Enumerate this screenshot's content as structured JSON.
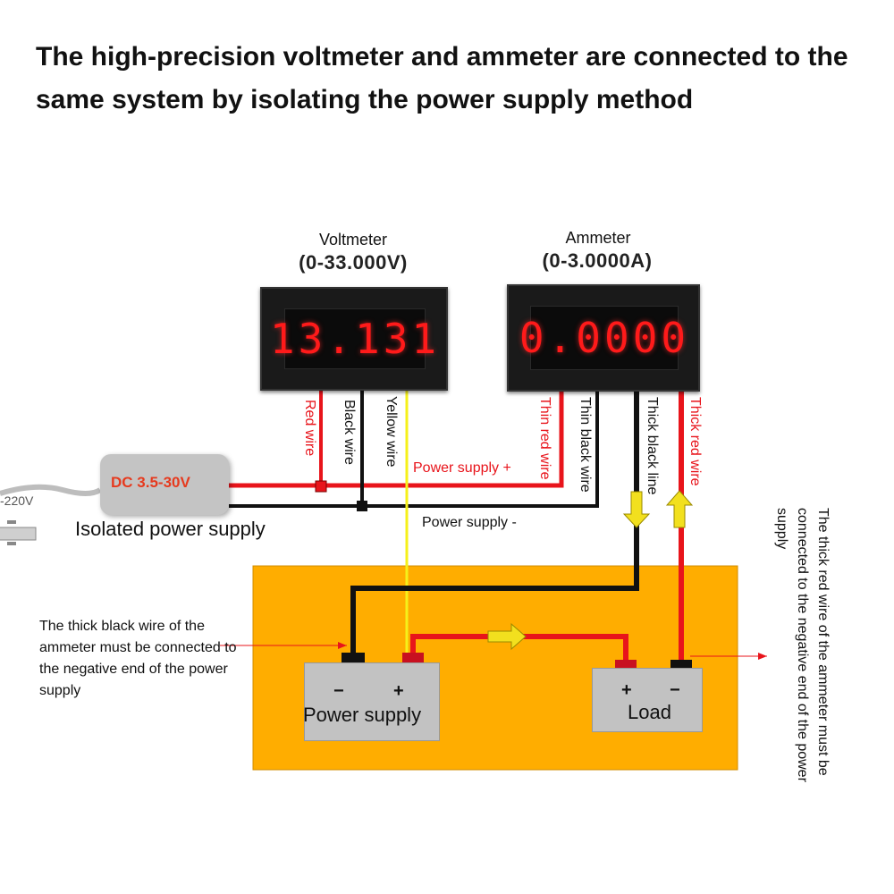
{
  "title": "The high-precision voltmeter and ammeter are connected to the same system by isolating the power supply method",
  "voltmeter": {
    "name": "Voltmeter",
    "range": "(0-33.000V)",
    "reading": "13.131"
  },
  "ammeter": {
    "name": "Ammeter",
    "range": "(0-3.0000A)",
    "reading": "0.0000"
  },
  "wire_labels": {
    "red_wire": "Red wire",
    "black_wire": "Black wire",
    "yellow_wire": "Yellow wire",
    "thin_red_wire": "Thin red wire",
    "thin_black_wire": "Thin black wire",
    "thick_black_line": "Thick black line",
    "thick_red_wire": "Thick red wire",
    "power_supply_plus": "Power supply +",
    "power_supply_minus": "Power supply -"
  },
  "isolated_supply": {
    "rating": "DC 3.5-30V",
    "label": "Isolated power supply",
    "mains": "-220V"
  },
  "power_supply": {
    "minus": "−",
    "plus": "+",
    "name": "Power supply"
  },
  "load": {
    "plus": "+",
    "minus": "−",
    "name": "Load"
  },
  "notes": {
    "left": "The thick black wire of the ammeter must be connected to the negative end of the power supply",
    "right": "The thick red wire of the ammeter must be connected to the negative end of the power supply"
  },
  "colors": {
    "panel": "#ffad00",
    "red_wire": "#e8141b",
    "yellow_wire": "#f5f01a",
    "black_wire": "#111111",
    "arrow_yellow": "#f2e01e"
  }
}
